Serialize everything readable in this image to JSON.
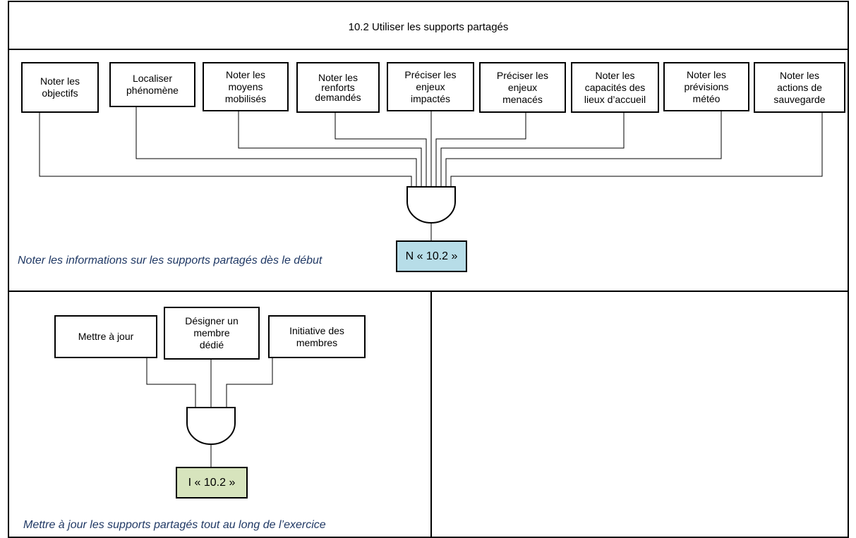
{
  "title": "10.2 Utiliser les supports partagés",
  "top_section": {
    "boxes": [
      "Noter les\nobjectifs",
      "Localiser\nphénomène",
      "Noter les\nmoyens\nmobilisés",
      "Noter les\nrenforts\ndemandés",
      "Préciser les\nenjeux\nimpactés",
      "Préciser les\nenjeux\nmenacés",
      "Noter les\ncapacités des\nlieux d’accueil",
      "Noter les\nprévisions\nmétéo",
      "Noter les\nactions de\nsauvegarde"
    ],
    "result_label": "N « 10.2 »",
    "result_color": "#b7dde8",
    "caption": "Noter les informations sur les supports partagés dès le début"
  },
  "bottom_section": {
    "boxes": [
      "Mettre à jour",
      "Désigner un\nmembre\ndédié",
      "Initiative des\nmembres"
    ],
    "result_label": "I « 10.2 »",
    "result_color": "#d7e4bd",
    "caption": "Mettre à jour les supports partagés tout au long de l’exercice"
  },
  "caption_color": "#1f3864"
}
